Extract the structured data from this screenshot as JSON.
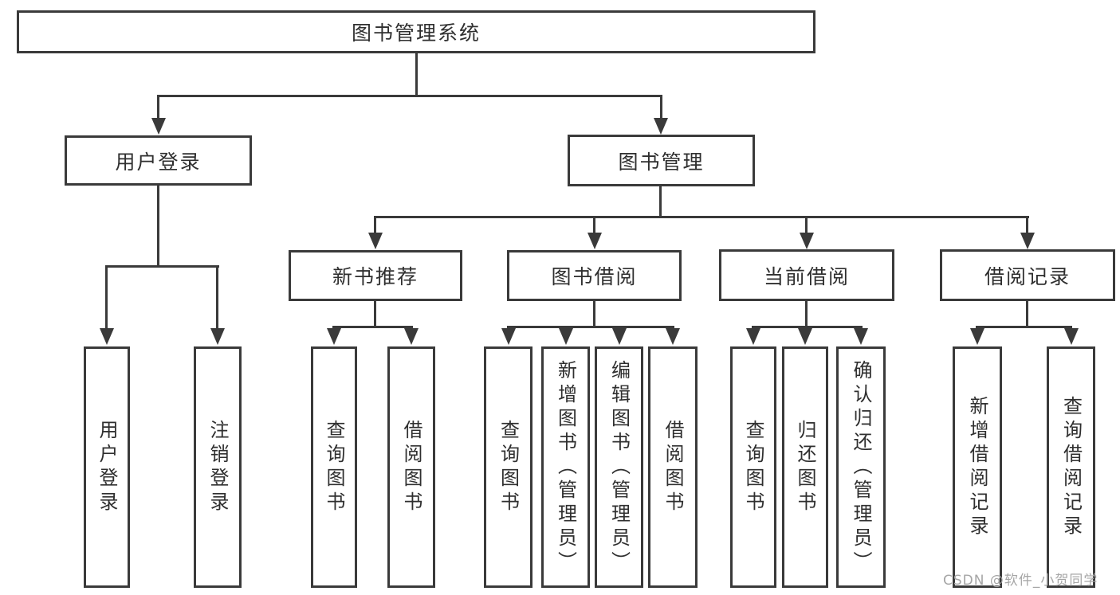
{
  "colors": {
    "line": "#3a3a3a",
    "text": "#2f2f2f",
    "box_bg": "#ffffff",
    "watermark": "#a6a6a6"
  },
  "watermark": "CSDN @软件_小贺同学",
  "diagram": {
    "root": {
      "label": "图书管理系统"
    },
    "branches": [
      {
        "label": "用户登录",
        "children": [
          {
            "label": "用户登录"
          },
          {
            "label": "注销登录"
          }
        ]
      },
      {
        "label": "图书管理",
        "children": [
          {
            "label": "新书推荐",
            "children": [
              {
                "label": "查询图书"
              },
              {
                "label": "借阅图书"
              }
            ]
          },
          {
            "label": "图书借阅",
            "children": [
              {
                "label": "查询图书"
              },
              {
                "label": "新增图书（管理员）"
              },
              {
                "label": "编辑图书（管理员）"
              },
              {
                "label": "借阅图书"
              }
            ]
          },
          {
            "label": "当前借阅",
            "children": [
              {
                "label": "查询图书"
              },
              {
                "label": "归还图书"
              },
              {
                "label": "确认归还（管理员）"
              }
            ]
          },
          {
            "label": "借阅记录",
            "children": [
              {
                "label": "新增借阅记录"
              },
              {
                "label": "查询借阅记录"
              }
            ]
          }
        ]
      }
    ]
  }
}
